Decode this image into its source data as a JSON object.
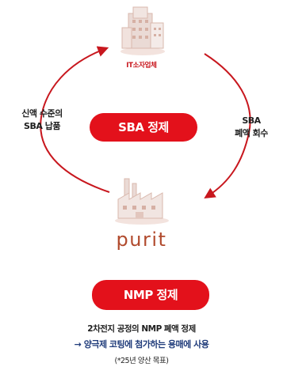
{
  "top_node": {
    "label": "IT소자업체",
    "icon": "factory-buildings-icon"
  },
  "left_text": {
    "line1": "신액 수준의",
    "line2": "SBA 납품"
  },
  "right_text": {
    "line1": "SBA",
    "line2": "폐액 회수"
  },
  "center_badge": {
    "label": "SBA 정제"
  },
  "brand": {
    "name": "purit",
    "icon": "factory-icon"
  },
  "bottom_badge": {
    "label": "NMP 정제"
  },
  "description": {
    "line1": "2차전지 공정의 NMP 폐액 정제",
    "line2": "→ 양극제 코팅에 첨가하는 용매에 사용",
    "line3": "(*25년 양산 목표)"
  },
  "colors": {
    "accent": "#e3111b",
    "arrow": "#c8171e",
    "brand": "#b14a2d",
    "highlight": "#1f3b7a"
  }
}
